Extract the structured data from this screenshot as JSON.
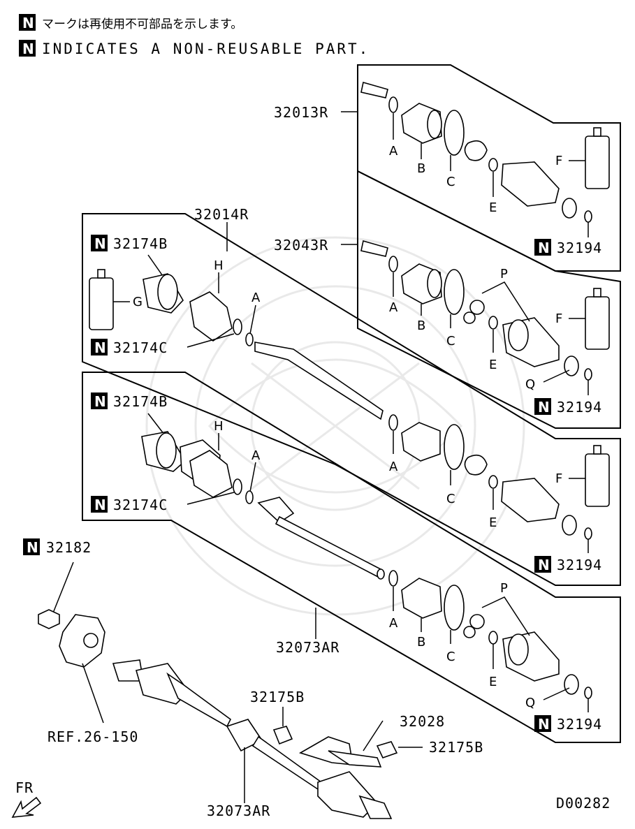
{
  "header": {
    "note_jp": "マークは再使用不可部品を示します。",
    "note_en": "INDICATES A NON-REUSABLE PART.",
    "n_mark": "N"
  },
  "assemblies": {
    "a32013R": "32013R",
    "a32043R": "32043R",
    "a32014R": "32014R",
    "a32073AR_upper": "32073AR",
    "a32073AR_lower": "32073AR"
  },
  "parts": {
    "p32174B": "32174B",
    "p32174C": "32174C",
    "p32194": "32194",
    "p32182": "32182",
    "p32175B": "32175B",
    "p32028": "32028",
    "ref": "REF.26-150"
  },
  "letters": {
    "A": "A",
    "B": "B",
    "C": "C",
    "E": "E",
    "F": "F",
    "G": "G",
    "H": "H",
    "P": "P",
    "Q": "Q"
  },
  "footer": {
    "fr": "FR",
    "code": "D00282"
  }
}
